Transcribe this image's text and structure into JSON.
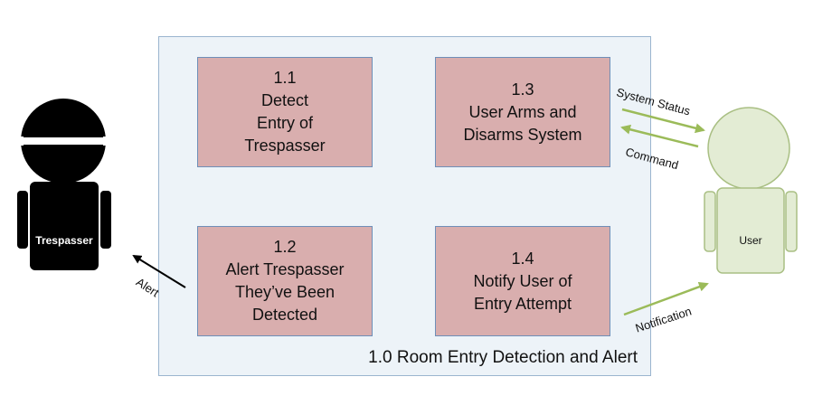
{
  "system": {
    "label": "1.0  Room Entry Detection and Alert"
  },
  "processes": {
    "p11": {
      "lines": [
        "1.1",
        "Detect",
        "Entry of",
        "Trespasser"
      ]
    },
    "p12": {
      "lines": [
        "1.2",
        "Alert Trespasser",
        "They’ve Been",
        "Detected"
      ]
    },
    "p13": {
      "lines": [
        "1.3",
        "User Arms and",
        "Disarms System"
      ]
    },
    "p14": {
      "lines": [
        "1.4",
        "Notify User of",
        "Entry Attempt"
      ]
    }
  },
  "actors": {
    "trespasser": {
      "label": "Trespasser",
      "color": "#000000"
    },
    "user": {
      "label": "User",
      "color": "#e3ecd4"
    }
  },
  "flows": {
    "alert": "Alert",
    "system_status": "System Status",
    "command": "Command",
    "notification": "Notification"
  },
  "colors": {
    "process_fill": "#d9aeae",
    "system_fill": "#edf3f8",
    "arrow_green": "#9bbb59",
    "arrow_black": "#000000"
  }
}
